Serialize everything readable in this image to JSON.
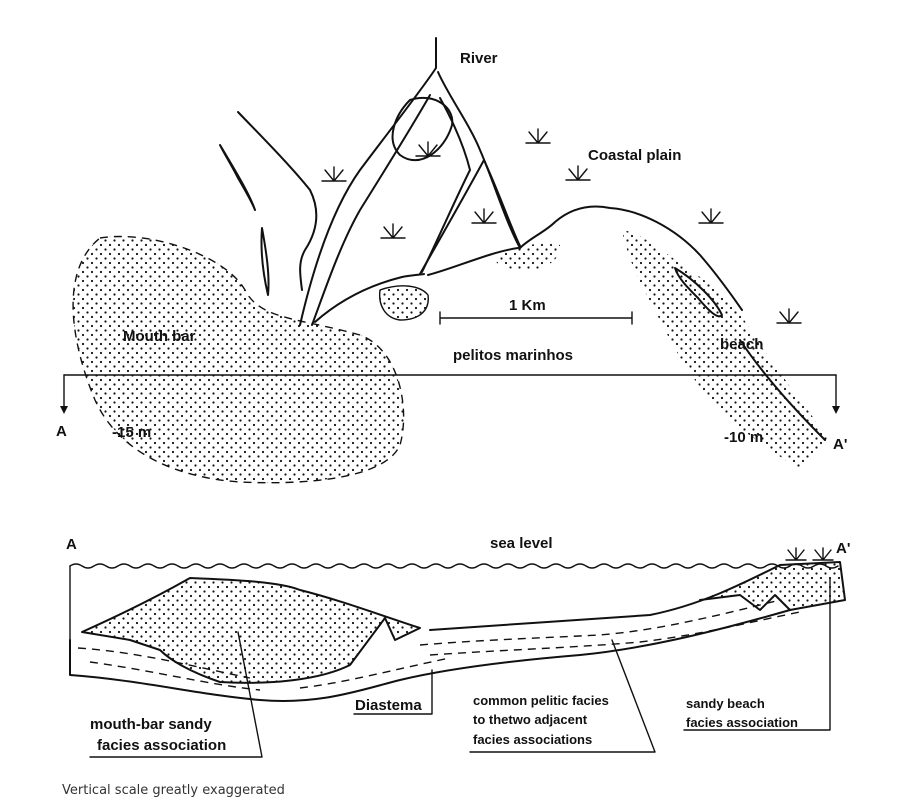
{
  "map": {
    "river": "River",
    "coastal_plain": "Coastal plain",
    "scale_bar": "1 Km",
    "mouth_bar": "Mouth bar",
    "pelitos": "pelitos marinhos",
    "beach": "beach",
    "depth_left": "-15 m",
    "depth_right": "-10 m",
    "section_start": "A",
    "section_end": "A'"
  },
  "section": {
    "start": "A",
    "end": "A'",
    "sea_level": "sea level",
    "mouth_bar_label_line1": "mouth-bar sandy",
    "mouth_bar_label_line2": "facies association",
    "diastema": "Diastema",
    "pelitic_line1": "common pelitic facies",
    "pelitic_line2": "to thetwo adjacent",
    "pelitic_line3": "facies associations",
    "beach_line1": "sandy beach",
    "beach_line2": "facies association"
  },
  "footnote": "Vertical scale greatly  exaggerated",
  "icons": [
    "marsh-vegetation-icon"
  ]
}
